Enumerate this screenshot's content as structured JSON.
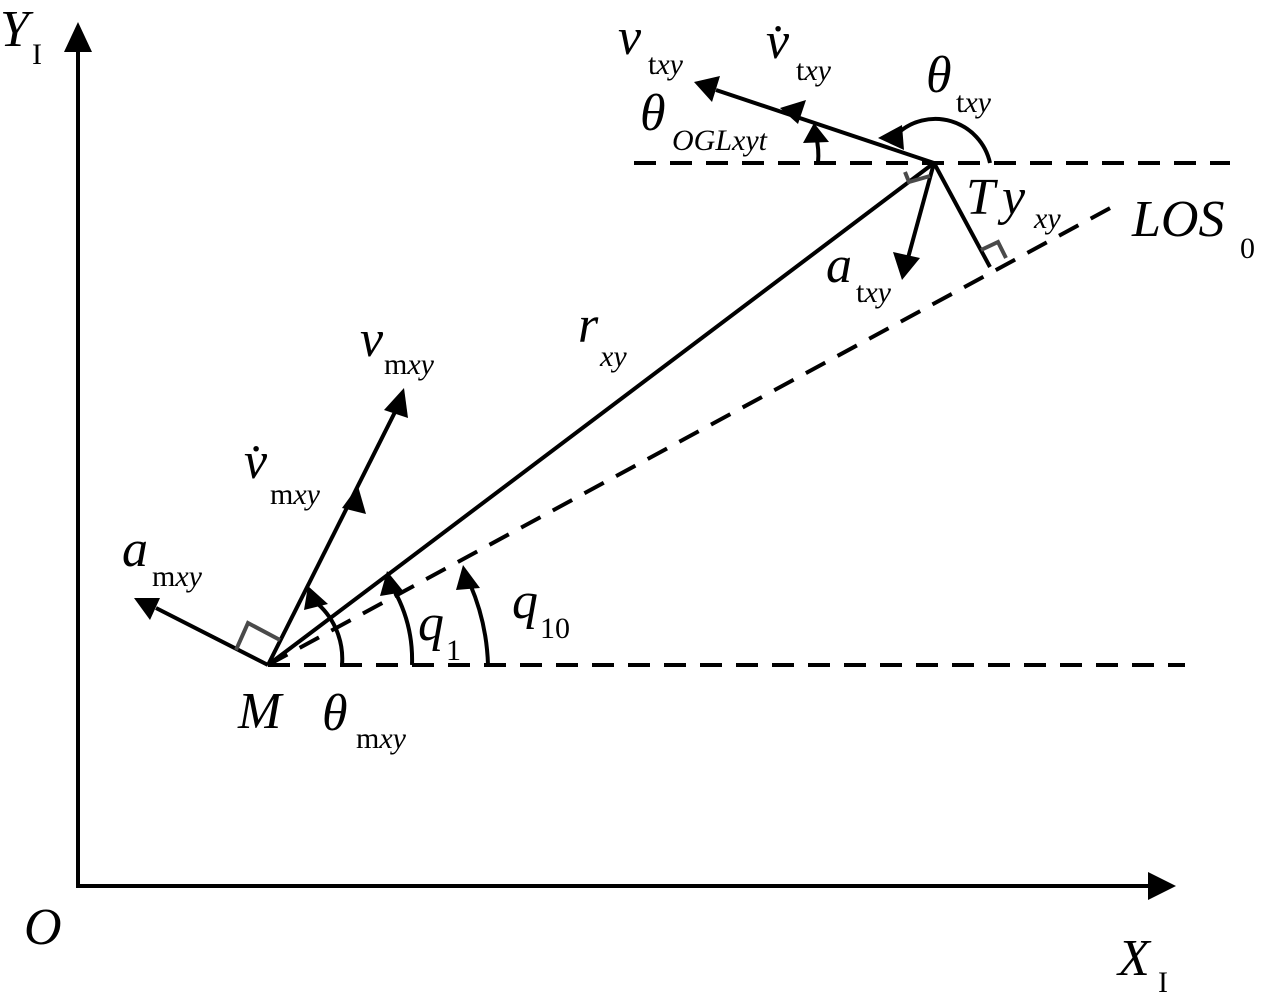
{
  "labels": {
    "origin": "O",
    "x_axis": {
      "main": "X",
      "sub": "I"
    },
    "y_axis": {
      "main": "Y",
      "sub": "I"
    },
    "missile": "M",
    "target": {
      "main": "T",
      "main2": "y",
      "sub": "xy"
    },
    "los0": {
      "main": "LOS",
      "sub": "0"
    },
    "r": {
      "main": "r",
      "sub": "xy"
    },
    "q1": {
      "main": "q",
      "sub": "1"
    },
    "q10": {
      "main": "q",
      "sub": "10"
    },
    "theta_m": {
      "main": "θ",
      "sub1": "m",
      "sub2": "xy"
    },
    "theta_t": {
      "main": "θ",
      "sub1": "t",
      "sub2": "xy"
    },
    "theta_ogl": {
      "main": "θ",
      "sub": "OGLxyt"
    },
    "v_m": {
      "main": "v",
      "sub1": "m",
      "sub2": "xy"
    },
    "vdot_m": {
      "main": "v̇",
      "sub1": "m",
      "sub2": "xy"
    },
    "a_m": {
      "main": "a",
      "sub1": "m",
      "sub2": "xy"
    },
    "v_t": {
      "main": "v",
      "sub1": "t",
      "sub2": "xy"
    },
    "vdot_t": {
      "main": "v̇",
      "sub1": "t",
      "sub2": "xy"
    },
    "a_t": {
      "main": "a",
      "sub1": "t",
      "sub2": "xy"
    }
  }
}
